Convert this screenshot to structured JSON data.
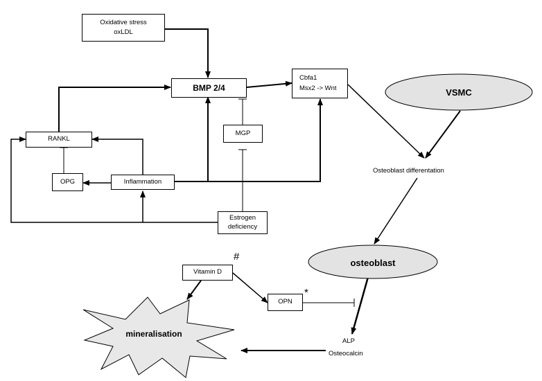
{
  "nodes": {
    "oxidative_stress": "Oxidative stress",
    "oxldl": "oxLDL",
    "bmp": "BMP 2/4",
    "cbfa1": "Cbfa1",
    "msx2_wnt": "Msx2 -> Wnt",
    "vsmc": "VSMC",
    "rankl": "RANKL",
    "mgp": "MGP",
    "opg": "OPG",
    "inflammation": "Inflammation",
    "osteoblast_differentiation": "Osteoblast differentation",
    "estrogen_line1": "Estrogen",
    "estrogen_line2": "deficiency",
    "osteoblast": "osteoblast",
    "vitamin_d": "Vitamin D",
    "opn": "OPN",
    "mineralisation": "mineralisation",
    "alp": "ALP",
    "osteocalcin": "Osteocalcin"
  },
  "annotations": {
    "hash": "#",
    "asterisk": "*"
  },
  "colors": {
    "line": "#000000",
    "ellipse_fill": "#e3e3e3",
    "star_fill": "#e8e8e8"
  }
}
